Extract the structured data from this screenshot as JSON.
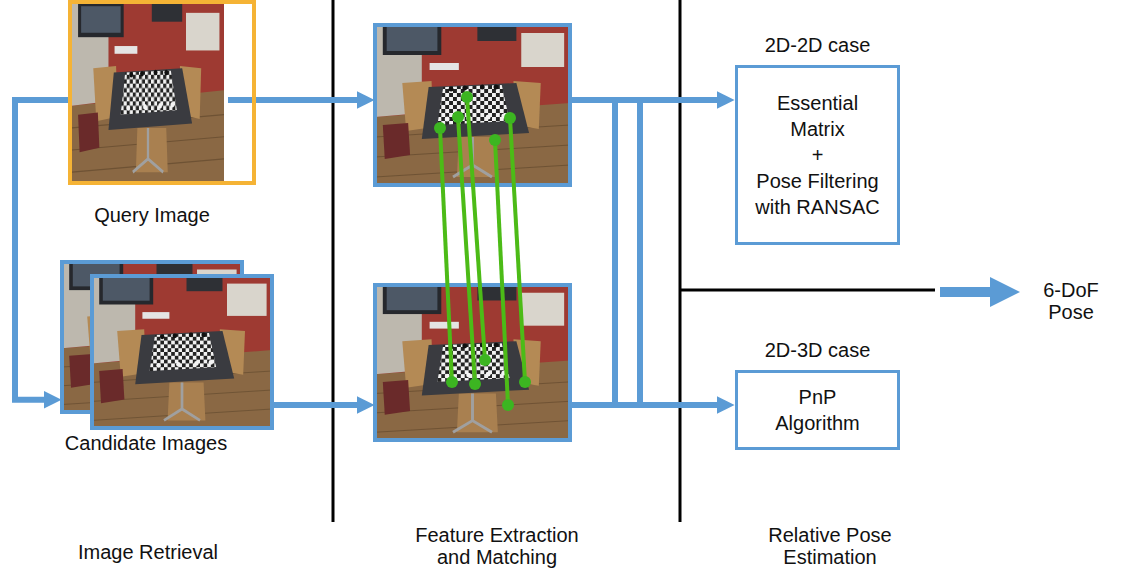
{
  "diagram": {
    "nodes": [
      {
        "text": [
          "Query Image"
        ]
      },
      {
        "text": [
          "Candidate Images"
        ]
      },
      {
        "text": [
          "2D-2D case",
          "Essential Matrix",
          "+",
          "Pose Filtering with RANSAC"
        ]
      },
      {
        "text": [
          "2D-3D case",
          "PnP Algorithm"
        ]
      }
    ],
    "edges": [
      {
        "from": 0,
        "to": 1,
        "arrow": "to"
      }
    ],
    "labels": [
      "Image Retrieval",
      "Feature Extraction and Matching",
      "Relative Pose Estimation",
      "6-DoF Pose"
    ]
  }
}
